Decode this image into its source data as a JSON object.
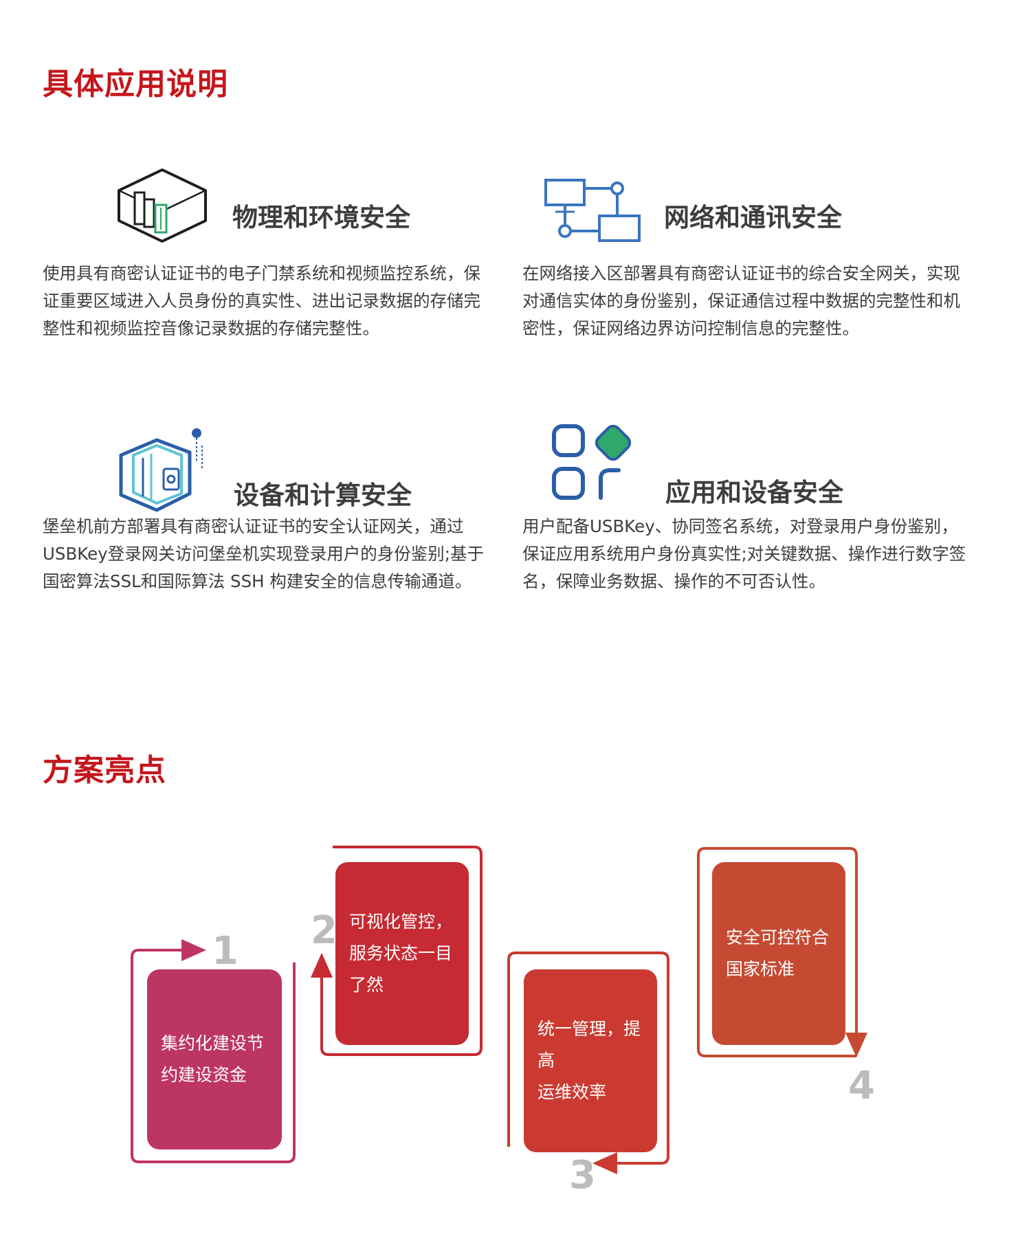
{
  "sections": {
    "apps_title": "具体应用说明",
    "highlights_title": "方案亮点"
  },
  "features": [
    {
      "title": "物理和环境安全",
      "icon": "datacenter-cube-icon",
      "lines": [
        "使用具有商密认证证书的电子门禁系统和视频监控系统，保",
        "证重要区域进入人员身份的真实性、进出记录数据的存储完",
        "整性和视频监控音像记录数据的存储完整性。"
      ]
    },
    {
      "title": "网络和通讯安全",
      "icon": "network-topology-icon",
      "lines": [
        "在网络接入区部署具有商密认证证书的综合安全网关，实现",
        "对通信实体的身份鉴别，保证通信过程中数据的完整性和机",
        "密性，保证网络边界访问控制信息的完整性。"
      ]
    },
    {
      "title": "设备和计算安全",
      "icon": "server-device-icon",
      "lines": [
        "堡垒机前方部署具有商密认证证书的安全认证网关，通过",
        "USBKey登录网关访问堡垒机实现登录用户的身份鉴别;基于",
        "国密算法SSL和国际算法 SSH 构建安全的信息传输通道。"
      ]
    },
    {
      "title": "应用和设备安全",
      "icon": "app-grid-icon",
      "lines": [
        "用户配备USBKey、协同签名系统，对登录用户身份鉴别，",
        "保证应用系统用户身份真实性;对关键数据、操作进行数字签",
        "名，保障业务数据、操作的不可否认性。"
      ]
    }
  ],
  "highlights": [
    {
      "number": "1",
      "lines": [
        "集约化建设节",
        "约建设资金"
      ],
      "color": "#bd3564"
    },
    {
      "number": "2",
      "lines": [
        "可视化管控，",
        "服务状态一目",
        "了然"
      ],
      "color": "#c62a33"
    },
    {
      "number": "3",
      "lines": [
        "统一管理，提高",
        "运维效率"
      ],
      "color": "#cb3a31"
    },
    {
      "number": "4",
      "lines": [
        "安全可控符合",
        "国家标准"
      ],
      "color": "#c64a32"
    }
  ],
  "colors": {
    "accent_red": "#c4161c",
    "icon_blue": "#2b5ea8",
    "icon_green": "#2fa86a",
    "step_gray": "#bcbcbc"
  }
}
